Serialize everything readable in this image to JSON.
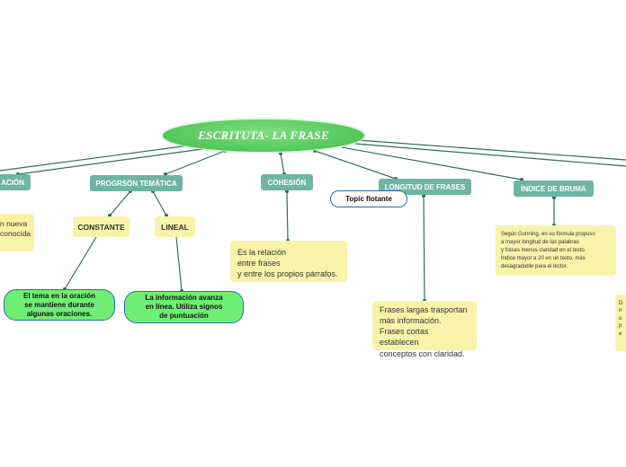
{
  "root": {
    "title": "ESCRITUTA- LA FRASE"
  },
  "topics": {
    "left_cut": "ACIÓN",
    "progresion": "PROGRSÓN TEMÁTICA",
    "cohesion": "COHESIÓN",
    "longitud": "LONGITUD DE FRASES",
    "bruma": "ÍNDICE DE BRUMA"
  },
  "subtopics": {
    "constante": "CONSTANTE",
    "lineal": "LINEAL"
  },
  "notes": {
    "left_cut": "n nueva\nconocida",
    "cohesion": "Es la relación\nentre frases\ny entre los propios párrafos.",
    "longitud": "Frases largas trasportan\nmás información.\nFrases cortas establecen\n conceptos con claridad.",
    "bruma": "Según Gunning, en su fórmula propuso\n  a mayor longitud de las palabras\n  y frases menos claridad en el texto.\nÍndice mayor a 20 en un texto, más\ndesagradable para el lector.",
    "right_cut": "D\nn\no\np\ne"
  },
  "details": {
    "constante": "El tema en la oración\n se mantiene durante\nalgunas oraciones.",
    "lineal": "La información avanza\n en línea. Utiliza signos\nde puntuación"
  },
  "floating_topic": "Topic flotante",
  "colors": {
    "root": "#54c65a",
    "topic": "#6fb5a3",
    "note": "#f9f3a9",
    "detail": "#6fee74",
    "line": "#2f6f57",
    "border": "#2a6fb0"
  }
}
